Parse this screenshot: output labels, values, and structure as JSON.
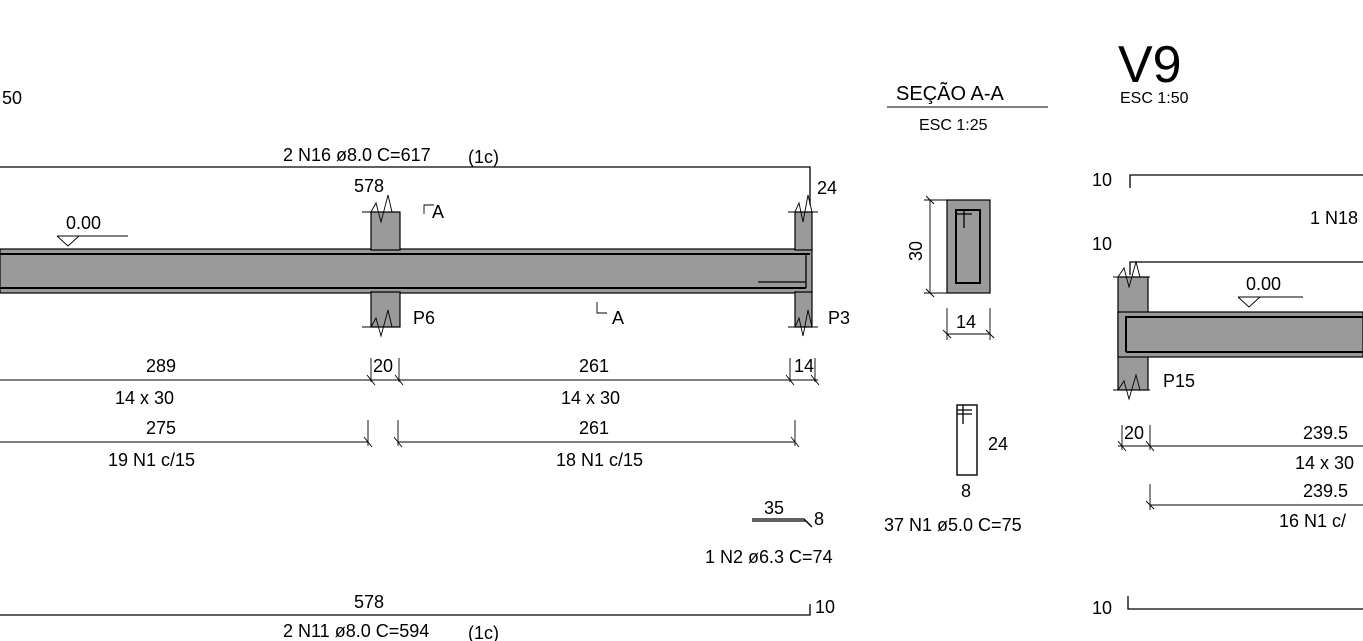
{
  "left_beam": {
    "scale_partial": "50",
    "top_bar_label": "2 N16 ø8.0 C=617",
    "top_bar_layer": "(1c)",
    "top_bar_length": "578",
    "top_hook": "24",
    "level_mark": "0.00",
    "section_cut": "A",
    "columns": [
      "P6",
      "P3"
    ],
    "span_1": {
      "length": "289",
      "section": "14 x 30",
      "stirrup_length": "275",
      "stirrups": "19 N1 c/15"
    },
    "span_2": {
      "length": "261",
      "section": "14 x 30",
      "stirrup_length": "261",
      "stirrups": "18 N1 c/15"
    },
    "support_widths": [
      "20",
      "14"
    ],
    "bottom_bar_length": "578",
    "bottom_hook": "10",
    "bottom_bar_label": "2 N11 ø8.0 C=594",
    "bottom_bar_layer": "(1c)",
    "bent_bar": {
      "length": "35",
      "hook": "8",
      "label": "1 N2 ø6.3 C=74"
    }
  },
  "section_aa": {
    "title": "SEÇÃO A-A",
    "scale": "ESC 1:25",
    "height": "30",
    "width": "14",
    "stirrup_height": "24",
    "stirrup_width": "8",
    "stirrup_label": "37 N1 ø5.0 C=75"
  },
  "right_beam": {
    "title": "V9",
    "scale": "ESC 1:50",
    "hook_top_1": "10",
    "hook_top_2": "10",
    "hook_bottom": "10",
    "top_bar_label_partial": "1 N18",
    "level_mark": "0.00",
    "column": "P15",
    "support_width": "20",
    "span_length": "239.5",
    "section_partial": "14 x 30",
    "stirrup_length": "239.5",
    "stirrups_partial": "16 N1 c/"
  }
}
